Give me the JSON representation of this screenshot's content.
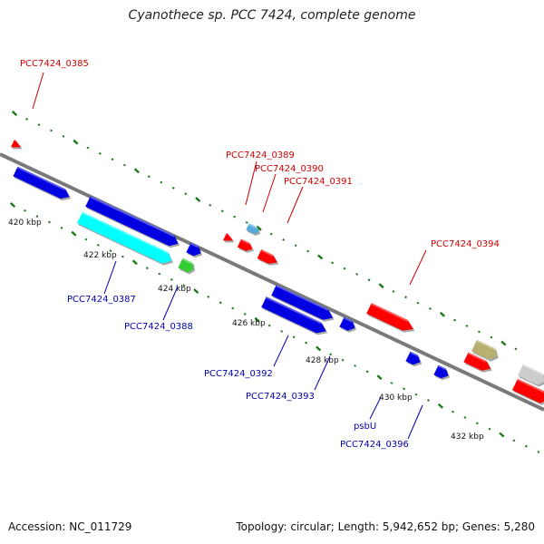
{
  "title": "Cyanothece sp. PCC 7424, complete genome",
  "footer": {
    "accession": "Accession: NC_011729",
    "summary": "Topology: circular; Length: 5,942,652 bp; Genes: 5,280"
  },
  "colors": {
    "top_label": "#cc0000",
    "bottom_label": "#0000aa",
    "backbone": "#808080",
    "tick": "#1a7a1a",
    "gene_blue": "#0000e0",
    "gene_red": "#ff0000",
    "gene_cyan": "#00ffff",
    "gene_green": "#33cc33",
    "gene_lightblue": "#55aadd",
    "gene_khaki": "#b8b070",
    "gene_gray": "#cccccc"
  },
  "scale_labels": [
    "420 kbp",
    "422 kbp",
    "424 kbp",
    "426 kbp",
    "428 kbp",
    "430 kbp",
    "432 kbp"
  ],
  "gene_labels_top": [
    "PCC7424_0385",
    "PCC7424_0389",
    "PCC7424_0390",
    "PCC7424_0391",
    "PCC7424_0394"
  ],
  "gene_labels_bottom": [
    "PCC7424_0387",
    "PCC7424_0388",
    "PCC7424_0392",
    "PCC7424_0393",
    "psbU",
    "PCC7424_0396"
  ]
}
